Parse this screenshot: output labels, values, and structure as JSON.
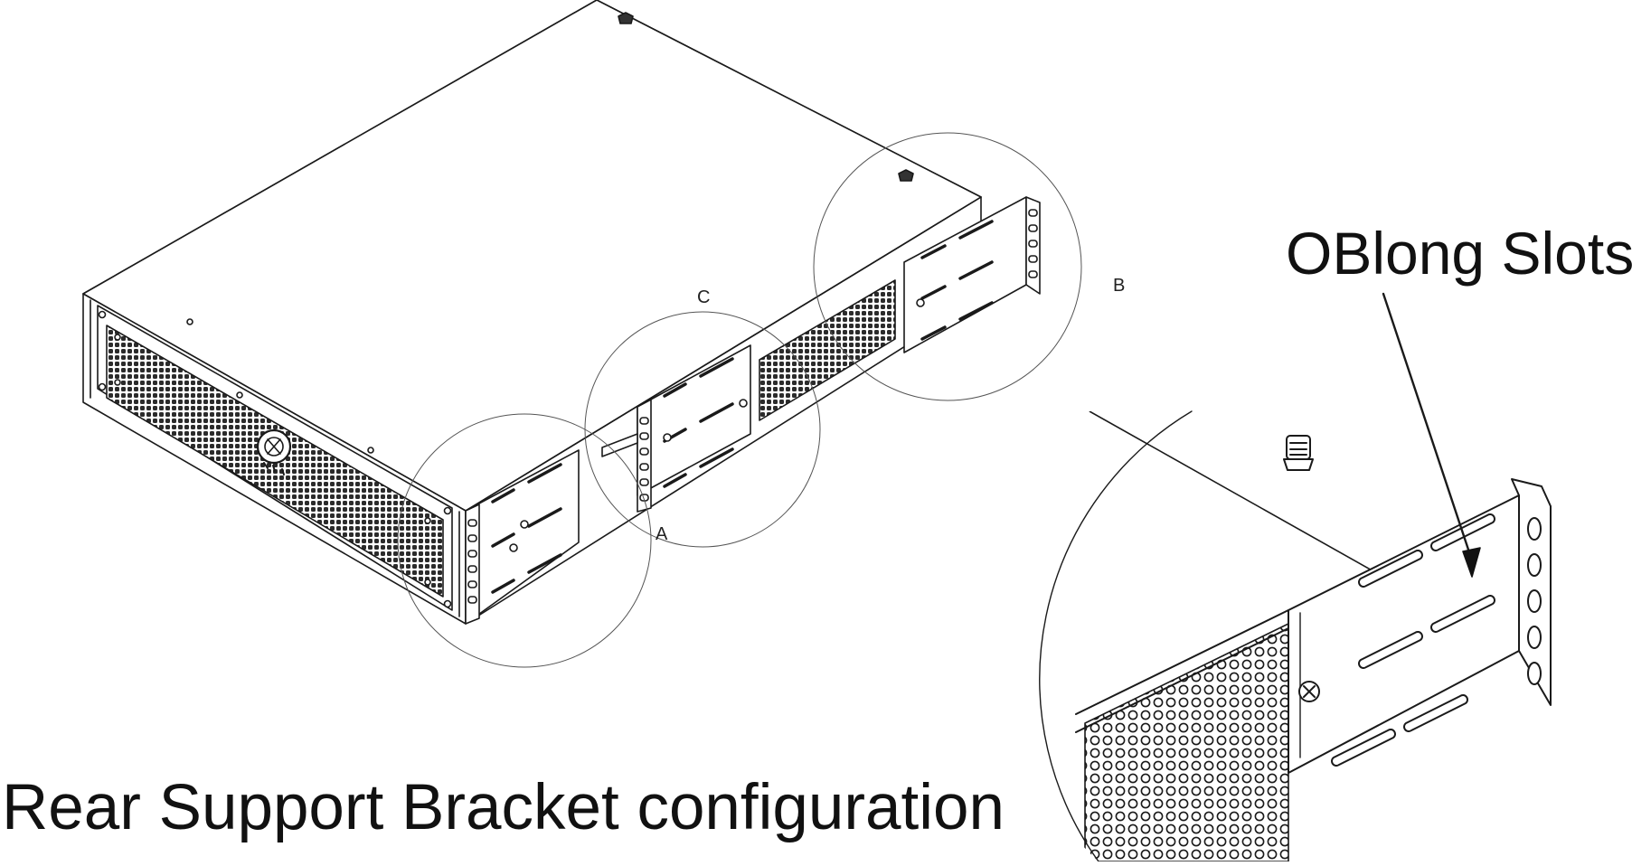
{
  "figure": {
    "caption": "Rear Support Bracket configuration",
    "callouts": {
      "a": "A",
      "b": "B",
      "c": "C"
    },
    "detail_label": "OBlong Slots"
  }
}
